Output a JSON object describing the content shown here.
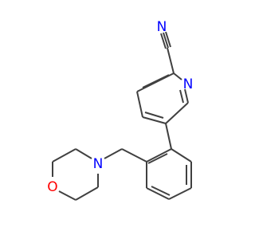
{
  "molecule": {
    "atom_colors": {
      "N": "#0000ff",
      "O": "#ff0000"
    },
    "bond_color": "#404040",
    "atoms": {
      "nitrile_n": {
        "label": "N",
        "element": "N"
      },
      "pyridine_n": {
        "label": "N",
        "element": "N"
      },
      "morpholine_n": {
        "label": "N",
        "element": "N"
      },
      "morpholine_o": {
        "label": "O",
        "element": "O"
      }
    }
  }
}
